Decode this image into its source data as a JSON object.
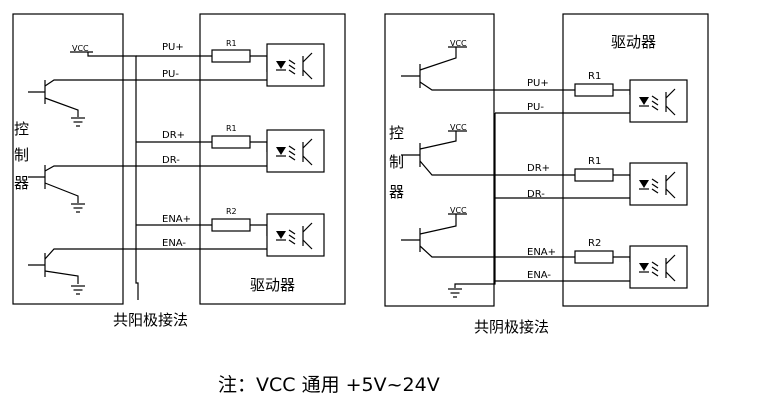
{
  "left_diagram": {
    "controller_label_chars": [
      "控",
      "制",
      "器"
    ],
    "vcc_label": "VCC",
    "signals": [
      "PU+",
      "PU-",
      "DR+",
      "DR-",
      "ENA+",
      "ENA-"
    ],
    "resistors": [
      "R1",
      "R1",
      "R2"
    ],
    "driver_label": "驱动器",
    "caption": "共阳极接法"
  },
  "right_diagram": {
    "controller_label_chars": [
      "控",
      "制",
      "器"
    ],
    "vcc_label": "VCC",
    "signals": [
      "PU+",
      "PU-",
      "DR+",
      "DR-",
      "ENA+",
      "ENA-"
    ],
    "resistors": [
      "R1",
      "R1",
      "R2"
    ],
    "driver_label": "驱动器",
    "caption": "共阴极接法"
  },
  "note": "注：VCC 通用 +5V~24V"
}
